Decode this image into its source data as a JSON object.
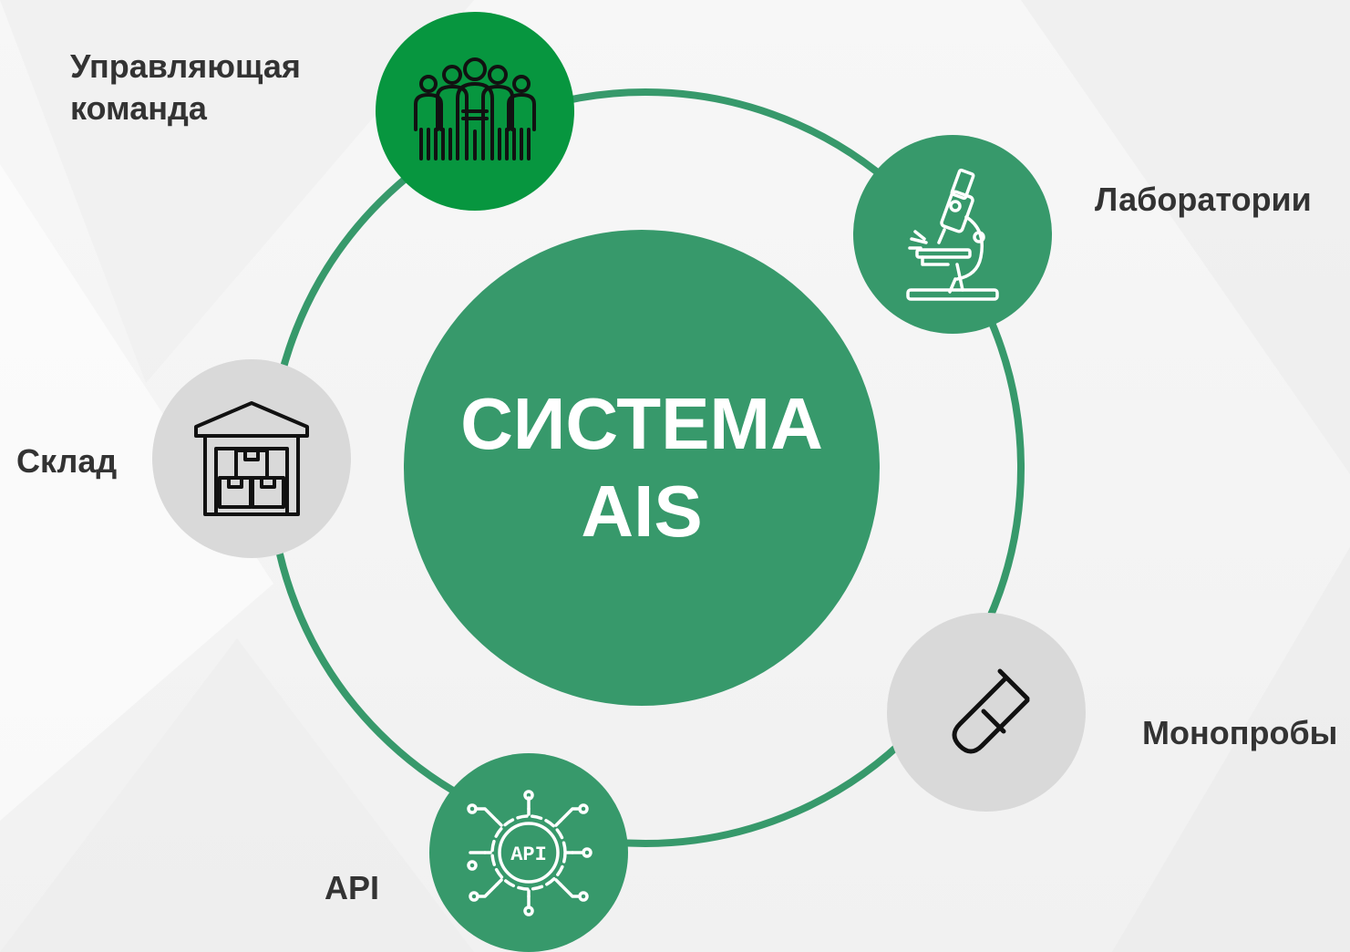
{
  "colors": {
    "ring": "#37996b",
    "center_fill": "#37996b",
    "team_fill": "#07963f",
    "gray_fill": "#d9d9d9",
    "label_text": "#333333",
    "icon_white": "#ffffff",
    "icon_dark": "#111111"
  },
  "center": {
    "line1": "СИСТЕМА",
    "line2": "AIS"
  },
  "nodes": {
    "team": {
      "label": "Управляющая\nкоманда",
      "icon": "team-icon"
    },
    "lab": {
      "label": "Лаборатории",
      "icon": "microscope-icon"
    },
    "warehouse": {
      "label": "Склад",
      "icon": "warehouse-icon"
    },
    "mono": {
      "label": "Монопробы",
      "icon": "test-tube-icon"
    },
    "api": {
      "label": "API",
      "icon": "api-gear-icon",
      "icon_text": "API"
    }
  }
}
